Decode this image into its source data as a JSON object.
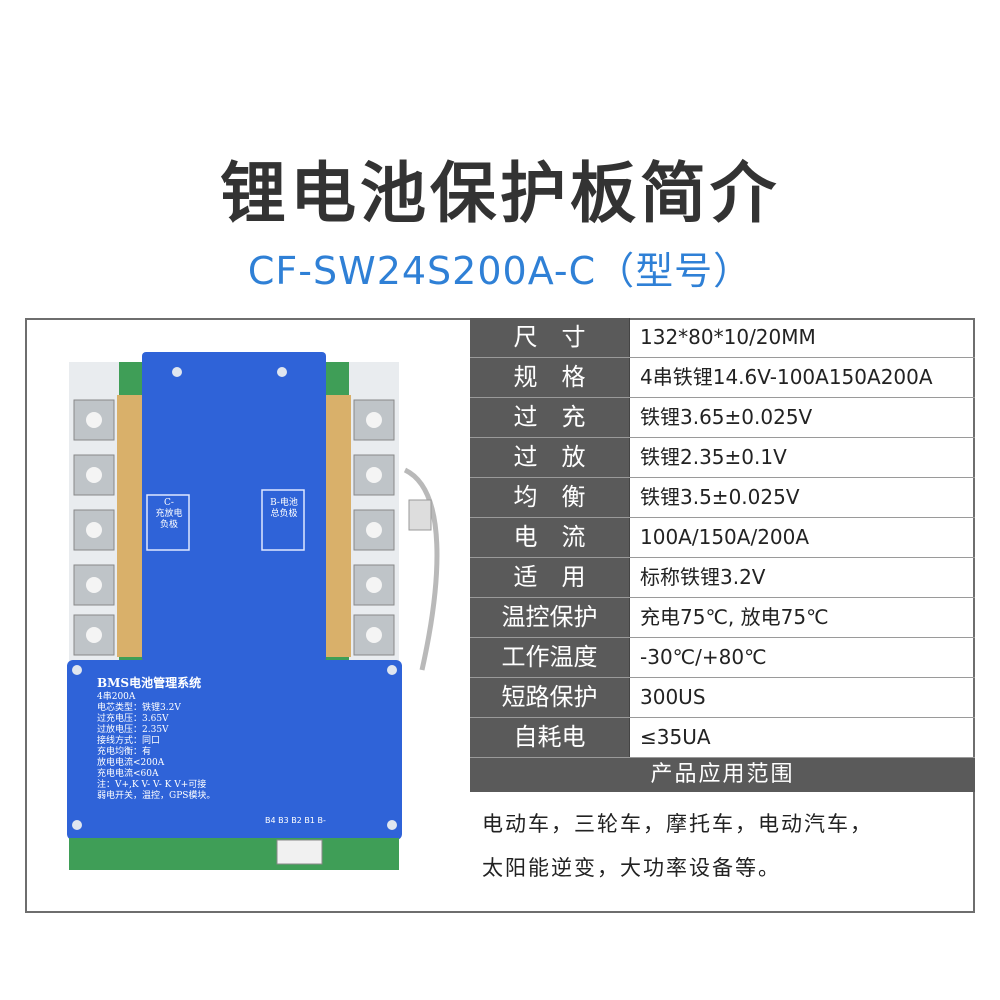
{
  "header": {
    "title": "锂电池保护板简介",
    "model": "CF-SW24S200A-C（型号）"
  },
  "board": {
    "c_label": "C-",
    "c_text1": "充放电",
    "c_text2": "负极",
    "b_label": "B-电池",
    "b_text": "总负极",
    "bms_title": "BMS电池管理系统",
    "bms_lines": [
      "4串200A",
      "电芯类型：铁锂3.2V",
      "过充电压：3.65V",
      "过放电压：2.35V",
      "接线方式：同口",
      "充电均衡：有",
      "放电电流<200A",
      "充电电流<60A",
      "注：V+,K V- V- K V+可接",
      "弱电开关，温控，GPS模块。"
    ],
    "pins": [
      "B4",
      "B3",
      "B2",
      "B1",
      "B-"
    ]
  },
  "specs": [
    {
      "key": "尺　寸",
      "value": "132*80*10/20MM"
    },
    {
      "key": "规　格",
      "value": "4串铁锂14.6V-100A150A200A"
    },
    {
      "key": "过　充",
      "value": "铁锂3.65±0.025V"
    },
    {
      "key": "过　放",
      "value": "铁锂2.35±0.1V"
    },
    {
      "key": "均　衡",
      "value": "铁锂3.5±0.025V"
    },
    {
      "key": "电　流",
      "value": "100A/150A/200A"
    },
    {
      "key": "适　用",
      "value": "标称铁锂3.2V"
    },
    {
      "key": "温控保护",
      "value": "充电75℃, 放电75℃"
    },
    {
      "key": "工作温度",
      "value": "-30℃/+80℃"
    },
    {
      "key": "短路保护",
      "value": "300US"
    },
    {
      "key": "自耗电",
      "value": "≤35UA"
    }
  ],
  "application": {
    "heading": "产品应用范围",
    "line1": "电动车，三轮车，摩托车，电动汽车，",
    "line2": "太阳能逆变，大功率设备等。"
  },
  "colors": {
    "board_blue": "#2f63d8",
    "pcb_green": "#3f9e57",
    "copper": "#d9b06a",
    "label_bg": "#5a5a5a",
    "model_blue": "#2f80d6"
  }
}
